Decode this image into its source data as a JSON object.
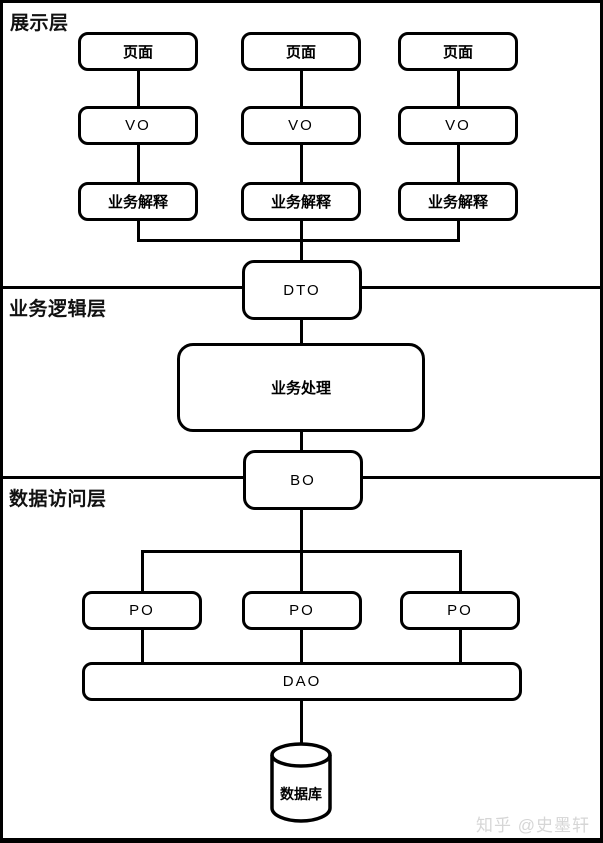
{
  "colors": {
    "stroke": "#000000",
    "background": "#ffffff",
    "watermark_text": "#d6d6d6"
  },
  "layers": {
    "presentation": "展示层",
    "business_logic": "业务逻辑层",
    "data_access": "数据访问层"
  },
  "nodes": {
    "page": "页面",
    "vo": "VO",
    "business_interpret": "业务解释",
    "dto": "DTO",
    "business_process": "业务处理",
    "bo": "BO",
    "po": "PO",
    "dao": "DAO",
    "database": "数据库"
  },
  "watermark": "知乎 @史墨轩"
}
